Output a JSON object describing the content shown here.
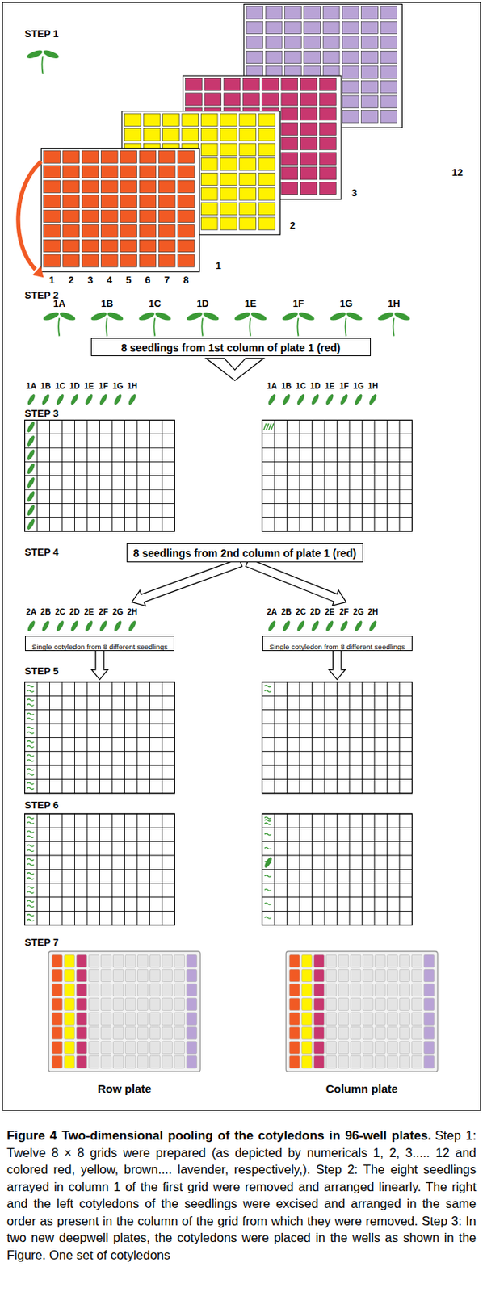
{
  "diagram": {
    "title": "Figure 4 Two-dimensional pooling of the cotyledons in 96-well plates.",
    "caption": "Step 1: Twelve 8 × 8 grids were prepared (as depicted by numericals 1, 2, 3..... 12 and colored red, yellow, brown.... lavender, respectively,). Step 2: The eight seedlings arrayed in column 1 of the first grid were removed and arranged linearly. The right and the left cotyledons of the seedlings were excised and arranged in the same order as present in the column of the grid from which they were removed. Step 3: In two new deepwell plates, the cotyledons were placed in the wells as shown in the Figure. One set of cotyledons",
    "nodes": [
      {
        "text": [
          "8 seedlings from 1st column of plate 1 (red)"
        ]
      },
      {
        "text": [
          "8 seedlings from 2nd column of plate 1 (red)"
        ]
      },
      {
        "text": [
          "Single cotyledon from 8 different seedlings"
        ]
      },
      {
        "text": [
          "Single cotyledon from 8 different seedlings"
        ]
      }
    ],
    "labels": [
      "STEP 1",
      "12",
      "3",
      "2",
      "1",
      "1",
      "2",
      "3",
      "4",
      "5",
      "6",
      "7",
      "8",
      "STEP 2",
      "1A",
      "1B",
      "1C",
      "1D",
      "1E",
      "1F",
      "1G",
      "1H",
      "1A",
      "1B",
      "1C",
      "1D",
      "1E",
      "1F",
      "1G",
      "1H",
      "1A",
      "1B",
      "1C",
      "1D",
      "1E",
      "1F",
      "1G",
      "1H",
      "STEP 3",
      "STEP 4",
      "2A",
      "2B",
      "2C",
      "2D",
      "2E",
      "2F",
      "2G",
      "2H",
      "2A",
      "2B",
      "2C",
      "2D",
      "2E",
      "2F",
      "2G",
      "2H",
      "STEP 5",
      "STEP 6",
      "STEP 7",
      "Row plate",
      "Column plate"
    ]
  }
}
